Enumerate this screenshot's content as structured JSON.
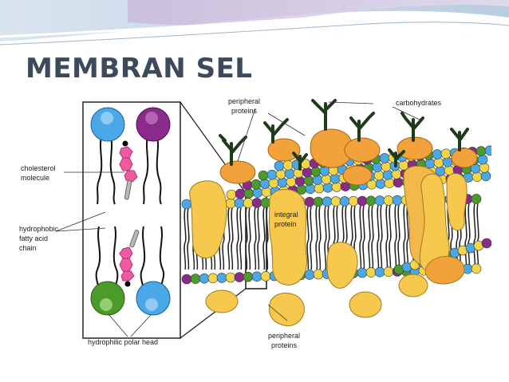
{
  "slide": {
    "title": "MEMBRAN SEL"
  },
  "diagram": {
    "labels": {
      "cholesterol_1": "cholesterol",
      "cholesterol_2": "molecule",
      "hydrophobic_1": "hydrophobic",
      "hydrophobic_2": "fatty acid",
      "hydrophobic_3": "chain",
      "hydrophilic": "hydrophilic polar head",
      "peripheral_top_1": "peripheral",
      "peripheral_top_2": "proteins",
      "carbohydrates": "carbohydrates",
      "integral_1": "integral",
      "integral_2": "protein",
      "peripheral_bottom_1": "peripheral",
      "peripheral_bottom_2": "proteins"
    },
    "colors": {
      "head_blue": "#4aa8e8",
      "head_purple": "#8a2a8a",
      "head_green": "#4c9a2a",
      "head_yellow": "#f2d648",
      "protein": "#f6c94e",
      "protein_orange": "#f2a23a",
      "carbohydrate": "#1f3b1a",
      "cholesterol": "#f05aa0",
      "banner": "#c7d6e6"
    }
  }
}
